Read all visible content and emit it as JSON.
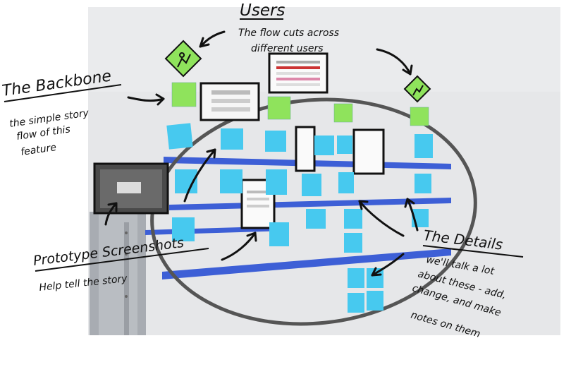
{
  "annotations": {
    "users_title": "Users",
    "users_sub_1": "The flow cuts across",
    "users_sub_2": "different users",
    "backbone_title": "The Backbone",
    "backbone_sub_1": "the simple story",
    "backbone_sub_2": "flow of this",
    "backbone_sub_3": "feature",
    "prototype_title": "Prototype Screenshots",
    "prototype_sub": "Help tell the story",
    "details_title": "The Details",
    "details_sub_1": "we'll talk a lot",
    "details_sub_2": "about these - add,",
    "details_sub_3": "change, and make",
    "details_sub_4": "notes on them"
  },
  "colors": {
    "wall": "#e7e8ea",
    "tape": "#3d5fd6",
    "sticky_blue": "#47c9ef",
    "sticky_green": "#8fe35c",
    "user_icon": "#8fe35c",
    "ink": "#111111",
    "circle": "#555555"
  },
  "icons": [
    "user-diamond-icon",
    "user-diamond-icon",
    "user-diamond-icon"
  ]
}
